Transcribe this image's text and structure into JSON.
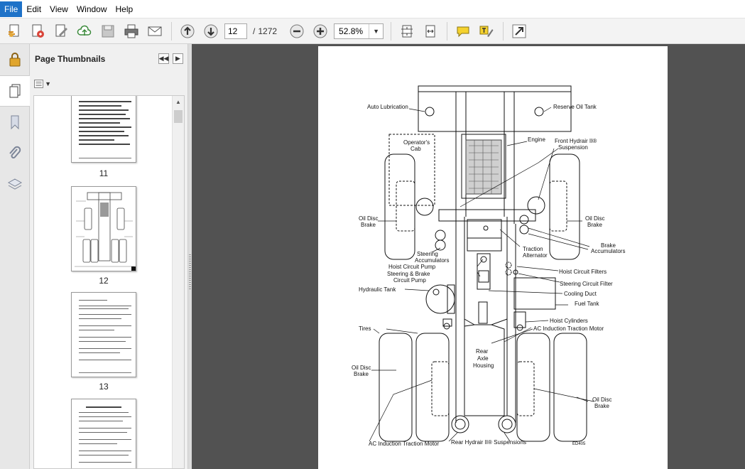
{
  "menu": {
    "file": "File",
    "edit": "Edit",
    "view": "View",
    "window": "Window",
    "help": "Help"
  },
  "toolbar": {
    "current_page": "12",
    "slash": "/",
    "total_pages": "1272",
    "zoom": "52.8%"
  },
  "panel": {
    "title": "Page Thumbnails",
    "thumb_labels": [
      "11",
      "12",
      "13"
    ]
  },
  "diagram": {
    "labels": {
      "auto_lubrication": "Auto Lubrication",
      "reserve_oil_tank": "Reserve Oil Tank",
      "operators_cab_1": "Operator's",
      "operators_cab_2": "Cab",
      "engine": "Engine",
      "front_hydrair_1": "Front Hydrair II®",
      "front_hydrair_2": "Suspension",
      "oil_disc_brake_left_1": "Oil Disc",
      "oil_disc_brake_left_2": "Brake",
      "oil_disc_brake_right_1": "Oil Disc",
      "oil_disc_brake_right_2": "Brake",
      "brake_accumulators_1": "Brake",
      "brake_accumulators_2": "Accumulators",
      "steering_accumulators_1": "Steering",
      "steering_accumulators_2": "Accumulators",
      "traction_alternator_1": "Traction",
      "traction_alternator_2": "Alternator",
      "hoist_circuit_pump": "Hoist Circuit Pump",
      "hoist_circuit_filters": "Hoist Circuit Filters",
      "steering_brake_pump_1": "Steering & Brake",
      "steering_brake_pump_2": "Circuit Pump",
      "steering_circuit_filter": "Steering Circuit Filter",
      "hydraulic_tank": "Hydraulic Tank",
      "cooling_duct": "Cooling Duct",
      "fuel_tank": "Fuel Tank",
      "hoist_cylinders": "Hoist Cylinders",
      "tires": "Tires",
      "ac_motor_right": "AC Induction Traction Motor",
      "rear_axle_1": "Rear",
      "rear_axle_2": "Axle",
      "rear_axle_3": "Housing",
      "oil_disc_brake_rear_left_1": "Oil Disc",
      "oil_disc_brake_rear_left_2": "Brake",
      "oil_disc_brake_rear_right_1": "Oil Disc",
      "oil_disc_brake_rear_right_2": "Brake",
      "ac_motor_bottom": "AC Induction Traction Motor",
      "rear_hydrair": "Rear Hydrair II® Suspensions",
      "figure_code": "ED405"
    }
  }
}
